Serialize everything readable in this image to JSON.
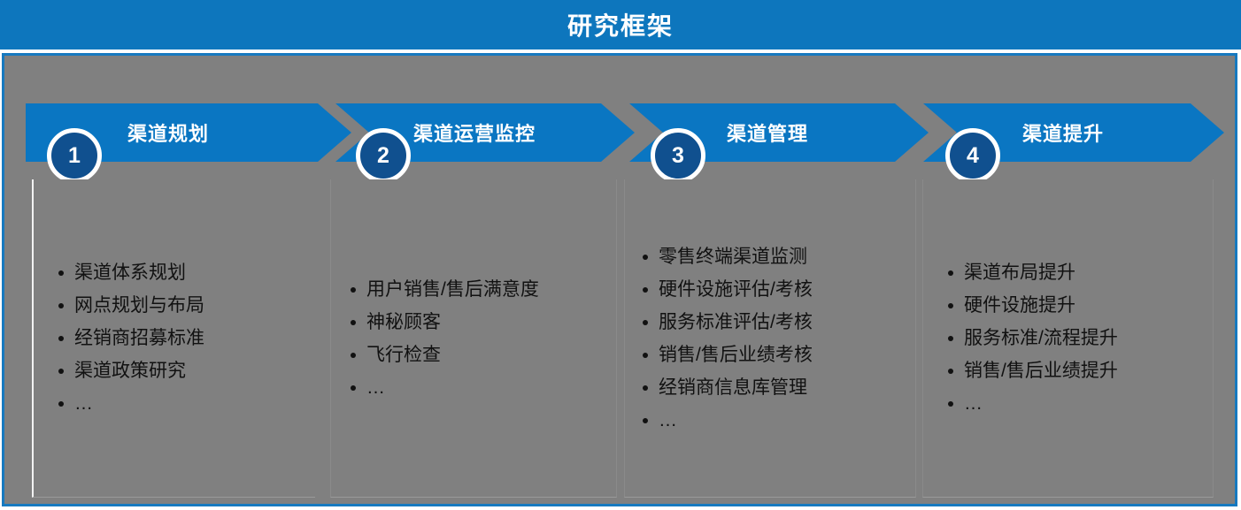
{
  "header": {
    "title": "研究框架"
  },
  "colors": {
    "banner_blue": "#0d76bd",
    "chevron_blue": "#0a76c2",
    "badge_navy": "#10508f",
    "frame_border": "#1779bf",
    "panel_gray": "#808080"
  },
  "steps": [
    {
      "number": "1",
      "label": "渠道规划",
      "bullets": [
        "渠道体系规划",
        "网点规划与布局",
        "经销商招募标准",
        "渠道政策研究",
        "…"
      ]
    },
    {
      "number": "2",
      "label": "渠道运营监控",
      "bullets": [
        "用户销售/售后满意度",
        "神秘顾客",
        "飞行检查",
        "…"
      ]
    },
    {
      "number": "3",
      "label": "渠道管理",
      "bullets": [
        "零售终端渠道监测",
        "硬件设施评估/考核",
        "服务标准评估/考核",
        "销售/售后业绩考核",
        "经销商信息库管理",
        "…"
      ]
    },
    {
      "number": "4",
      "label": "渠道提升",
      "bullets": [
        "渠道布局提升",
        "硬件设施提升",
        "服务标准/流程提升",
        "销售/售后业绩提升",
        "…"
      ]
    }
  ]
}
